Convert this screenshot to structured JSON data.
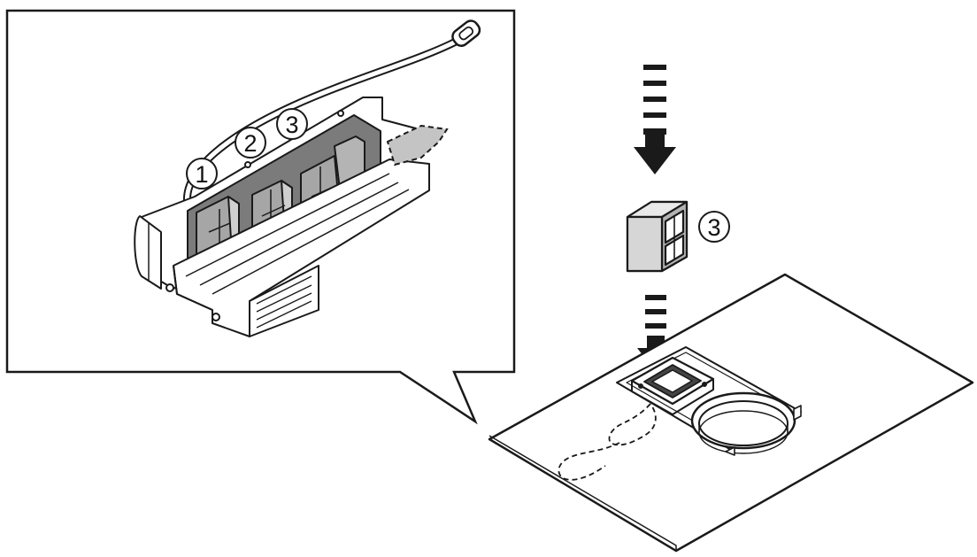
{
  "diagram": {
    "callouts": {
      "part_1": "1",
      "part_2": "2",
      "part_3": "3",
      "filter_label": "3"
    },
    "colors": {
      "ink": "#1a1a1a",
      "shade": "#9a9a9a",
      "dark_shade": "#6f6f6f",
      "paper": "#ffffff"
    }
  }
}
